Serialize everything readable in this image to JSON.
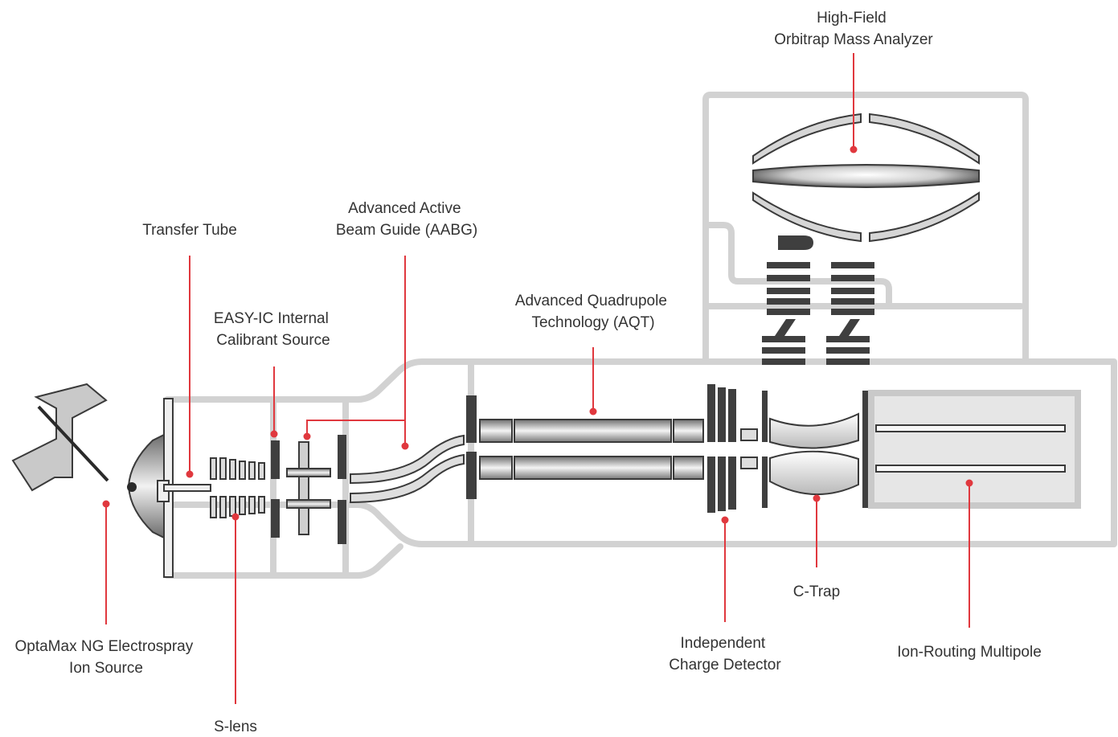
{
  "colors": {
    "leader": "#e0383e",
    "frame": "#d2d2d2",
    "component_dark": "#3f3f3f",
    "label_text": "#333333"
  },
  "labels": {
    "orbitrap": [
      "High-Field",
      "Orbitrap Mass Analyzer"
    ],
    "transfer_tube": [
      "Transfer Tube"
    ],
    "aabg": [
      "Advanced Active",
      "Beam Guide (AABG)"
    ],
    "easy_ic": [
      "EASY-IC Internal",
      "Calibrant Source"
    ],
    "aqt": [
      "Advanced Quadrupole",
      "Technology (AQT)"
    ],
    "c_trap": [
      "C-Trap"
    ],
    "charge_detector": [
      "Independent",
      "Charge Detector"
    ],
    "ion_routing": [
      "Ion-Routing Multipole"
    ],
    "ion_source": [
      "OptaMax NG Electrospray",
      "Ion Source"
    ],
    "s_lens": [
      "S-lens"
    ]
  }
}
